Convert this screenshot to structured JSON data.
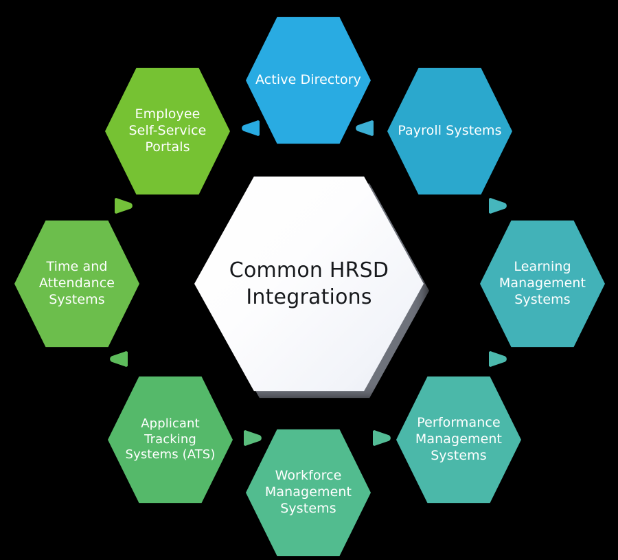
{
  "diagram": {
    "type": "hexagon-cycle",
    "background_color": "#000000",
    "center": {
      "label": "Common HRSD\nIntegrations",
      "text_color": "#17191c",
      "fill_color": "#ffffff"
    },
    "nodes": [
      {
        "id": "active-directory",
        "label": "Active Directory",
        "color": "#29abe2",
        "position": "top"
      },
      {
        "id": "payroll-systems",
        "label": "Payroll Systems",
        "color": "#2ba8cd",
        "position": "top-right"
      },
      {
        "id": "learning-management-systems",
        "label": "Learning\nManagement\nSystems",
        "color": "#42b2b8",
        "position": "right"
      },
      {
        "id": "performance-management-systems",
        "label": "Performance\nManagement\nSystems",
        "color": "#4bb8a9",
        "position": "bottom-right"
      },
      {
        "id": "workforce-management-systems",
        "label": "Workforce\nManagement\nSystems",
        "color": "#52bc8f",
        "position": "bottom"
      },
      {
        "id": "applicant-tracking-systems",
        "label": "Applicant\nTracking\nSystems (ATS)",
        "color": "#55b96a",
        "position": "bottom-left"
      },
      {
        "id": "time-and-attendance-systems",
        "label": "Time and\nAttendance\nSystems",
        "color": "#6cbe4c",
        "position": "left"
      },
      {
        "id": "employee-self-service-portals",
        "label": "Employee\nSelf-Service\nPortals",
        "color": "#76c233",
        "position": "top-left"
      }
    ],
    "connectors": [
      {
        "id": "conn-ad-left",
        "color": "#29abe2",
        "direction": "left"
      },
      {
        "id": "conn-ad-right",
        "color": "#2ba8cd",
        "direction": "left"
      },
      {
        "id": "conn-payroll-lms",
        "color": "#3aaec2",
        "direction": "left"
      },
      {
        "id": "conn-lms-perf",
        "color": "#46b5b2",
        "direction": "right"
      },
      {
        "id": "conn-perf-wfm",
        "color": "#4fb9a0",
        "direction": "left"
      },
      {
        "id": "conn-wfm-ats",
        "color": "#58bd7d",
        "direction": "right"
      },
      {
        "id": "conn-ats-time",
        "color": "#5cbc5e",
        "direction": "left"
      },
      {
        "id": "conn-time-essp",
        "color": "#74c23a",
        "direction": "right"
      }
    ]
  }
}
